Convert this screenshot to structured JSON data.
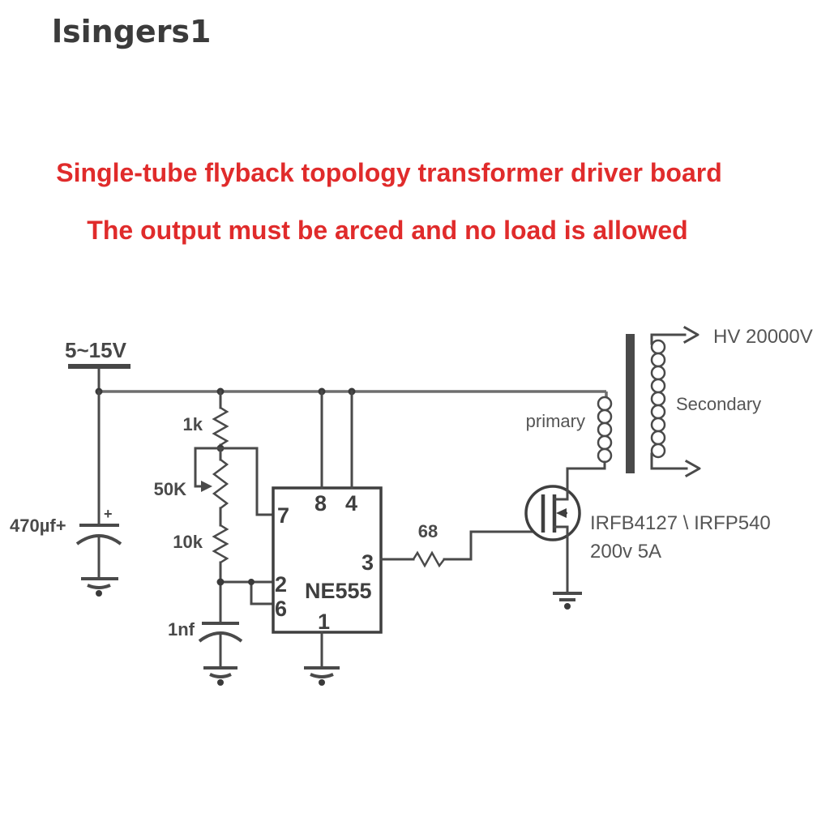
{
  "watermark": "lsingers1",
  "title": {
    "line1": "Single-tube flyback topology transformer driver board",
    "line2": "The output must be arced and no load is allowed"
  },
  "colors": {
    "accent_red": "#e02b2b",
    "ink": "#4a4a4a",
    "background": "#ffffff"
  },
  "circuit": {
    "supply": {
      "label": "5~15V"
    },
    "filter_cap": {
      "label": "470µf+",
      "polarity_mark": "+"
    },
    "resistor_r1": {
      "label": "1k"
    },
    "potentiometer": {
      "label": "50K"
    },
    "resistor_r2": {
      "label": "10k"
    },
    "timing_cap": {
      "label": "1nf"
    },
    "ic": {
      "name": "NE555",
      "pins": {
        "p1": "1",
        "p2": "2",
        "p3": "3",
        "p4": "4",
        "p6": "6",
        "p7": "7",
        "p8": "8"
      }
    },
    "gate_resistor": {
      "label": "68"
    },
    "mosfet": {
      "part": "IRFB4127 \\ IRFP540",
      "rating": "200v 5A"
    },
    "transformer": {
      "primary_label": "primary",
      "secondary_label": "Secondary",
      "output_label": "HV 20000V"
    }
  }
}
